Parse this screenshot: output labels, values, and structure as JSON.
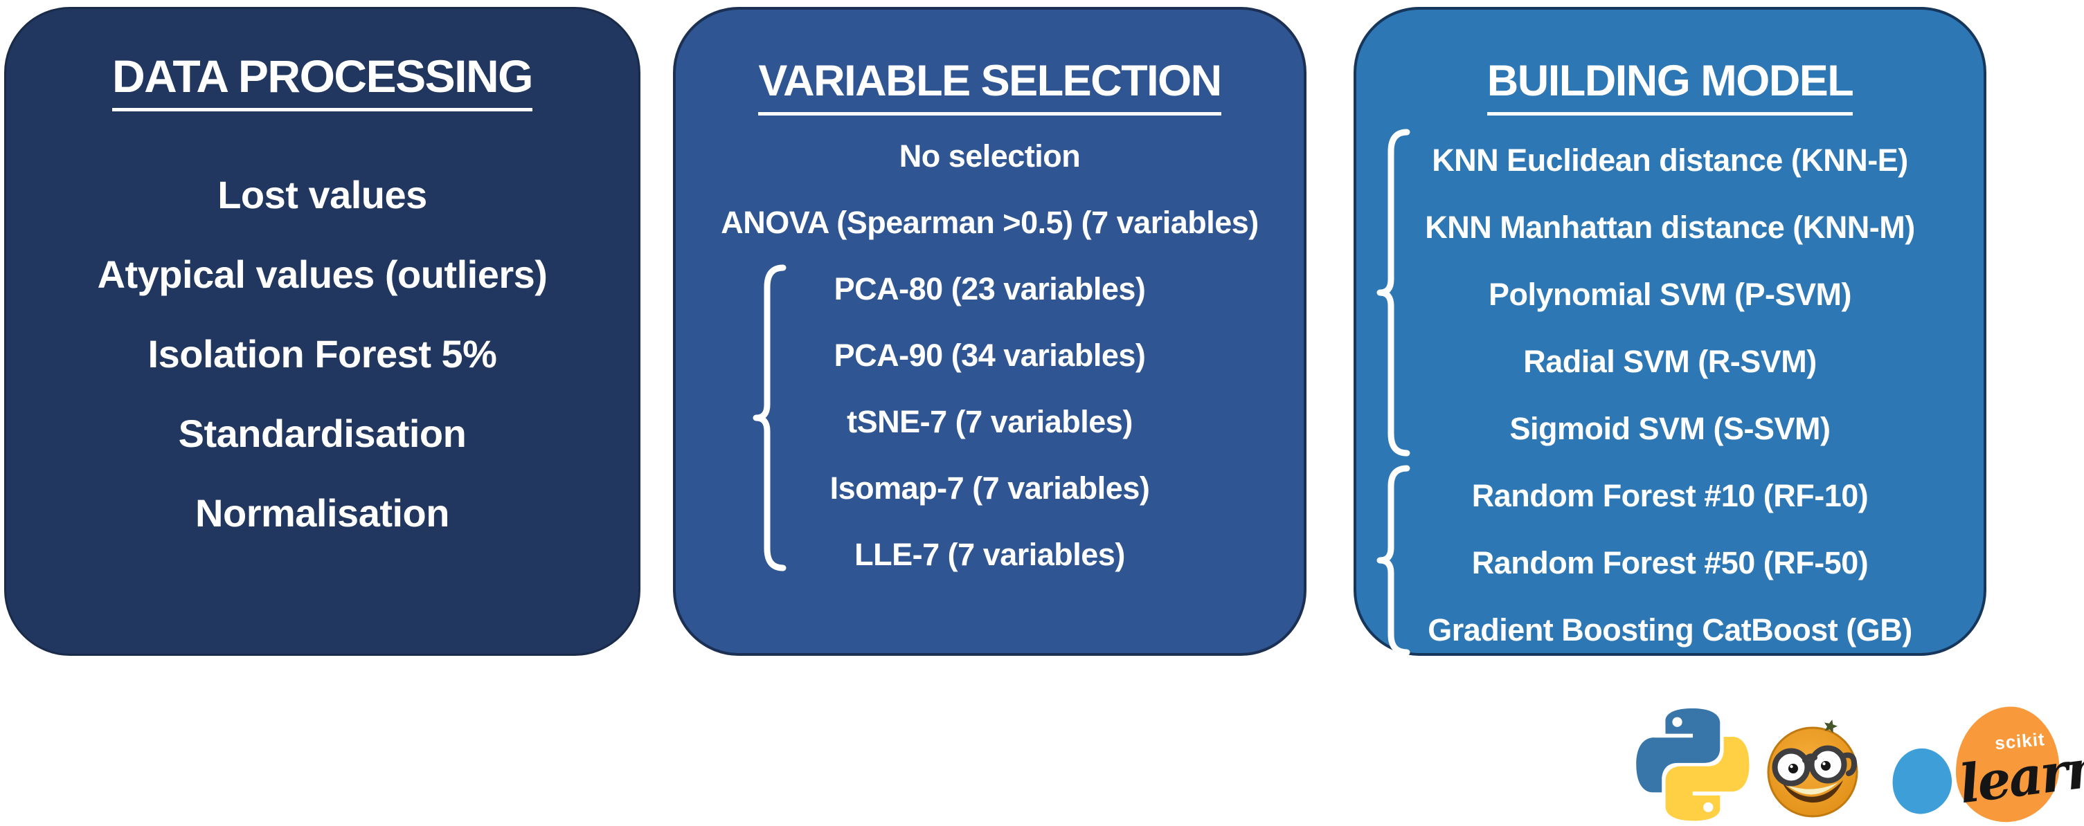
{
  "panels": [
    {
      "title": "DATA PROCESSING",
      "items": [
        "Lost values",
        "Atypical values (outliers)",
        "Isolation Forest 5%",
        "Standardisation",
        "Normalisation"
      ]
    },
    {
      "title": "VARIABLE SELECTION",
      "items": [
        "No selection",
        "ANOVA (Spearman >0.5) (7 variables)",
        "PCA-80 (23 variables)",
        "PCA-90 (34 variables)",
        "tSNE-7 (7 variables)",
        "Isomap-7 (7 variables)",
        "LLE-7 (7 variables)"
      ]
    },
    {
      "title": "BUILDING MODEL",
      "items": [
        "KNN Euclidean distance (KNN-E)",
        "KNN Manhattan distance (KNN-M)",
        "Polynomial SVM (P-SVM)",
        "Radial SVM (R-SVM)",
        "Sigmoid SVM (S-SVM)",
        "Random Forest #10 (RF-10)",
        "Random Forest #50 (RF-50)",
        "Gradient Boosting CatBoost (GB)"
      ]
    }
  ],
  "icons": {
    "brace": "curly-brace-grouping",
    "python": "python-logo",
    "nerd_face": "nerd-face-orange-emoji",
    "scikit_blue_blob": "scikit-learn-blue-blob",
    "scikit_orange_blob": "scikit-learn-orange-blob"
  },
  "logos": {
    "scikit_learn": {
      "line1": "scikit",
      "line2": "learn"
    }
  },
  "colors": {
    "panel1_bg": "#22375F",
    "panel2_bg": "#2F5593",
    "panel3_bg": "#2E77B5",
    "text": "#FFFFFF",
    "python_blue": "#3875A9",
    "python_yellow": "#FFD043",
    "scikit_orange": "#F8993B",
    "scikit_blue": "#3D9ED8",
    "nerd_orange": "#EF9E22"
  }
}
